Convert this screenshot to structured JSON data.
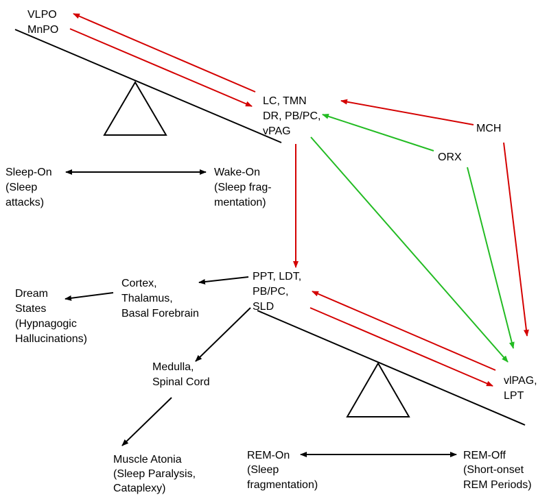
{
  "colors": {
    "inhibit": "#d40000",
    "excite": "#22bb22",
    "neutral": "#000000"
  },
  "nodes": {
    "vlpo": [
      "VLPO",
      "MnPO"
    ],
    "lc": [
      "LC, TMN",
      "DR, PB/PC,",
      "vPAG"
    ],
    "mch": [
      "MCH"
    ],
    "orx": [
      "ORX"
    ],
    "sleep_on": [
      "Sleep-On",
      "(Sleep",
      "attacks)"
    ],
    "wake_on": [
      "Wake-On",
      "(Sleep frag-",
      "mentation)"
    ],
    "ppt": [
      "PPT, LDT,",
      "PB/PC,",
      "SLD"
    ],
    "cortex": [
      "Cortex,",
      "Thalamus,",
      "Basal Forebrain"
    ],
    "dream": [
      "Dream",
      "States",
      "(Hypnagogic",
      "Hallucinations)"
    ],
    "medulla": [
      "Medulla,",
      "Spinal Cord"
    ],
    "atonia": [
      "Muscle Atonia",
      "(Sleep Paralysis,",
      "Cataplexy)"
    ],
    "vlpag": [
      "vlPAG,",
      "LPT"
    ],
    "rem_on": [
      "REM-On",
      "(Sleep",
      "fragmentation)"
    ],
    "rem_off": [
      "REM-Off",
      "(Short-onset",
      "REM Periods)"
    ]
  },
  "edges": [
    {
      "from": "lc",
      "to": "vlpo",
      "type": "inhibit"
    },
    {
      "from": "vlpo",
      "to": "lc",
      "type": "inhibit"
    },
    {
      "from": "mch",
      "to": "lc",
      "type": "inhibit"
    },
    {
      "from": "orx",
      "to": "lc",
      "type": "excite"
    },
    {
      "from": "lc",
      "to": "ppt",
      "type": "inhibit"
    },
    {
      "from": "lc",
      "to": "vlpag",
      "type": "excite"
    },
    {
      "from": "orx",
      "to": "vlpag",
      "type": "excite"
    },
    {
      "from": "mch",
      "to": "vlpag",
      "type": "inhibit"
    },
    {
      "from": "vlpag",
      "to": "ppt",
      "type": "inhibit"
    },
    {
      "from": "ppt",
      "to": "vlpag",
      "type": "inhibit"
    },
    {
      "from": "ppt",
      "to": "cortex",
      "type": "neutral"
    },
    {
      "from": "cortex",
      "to": "dream",
      "type": "neutral"
    },
    {
      "from": "ppt",
      "to": "medulla",
      "type": "neutral"
    },
    {
      "from": "medulla",
      "to": "atonia",
      "type": "neutral"
    },
    {
      "from": "sleep_on",
      "to": "wake_on",
      "type": "neutral",
      "bidirectional": true
    },
    {
      "from": "rem_on",
      "to": "rem_off",
      "type": "neutral",
      "bidirectional": true
    }
  ]
}
